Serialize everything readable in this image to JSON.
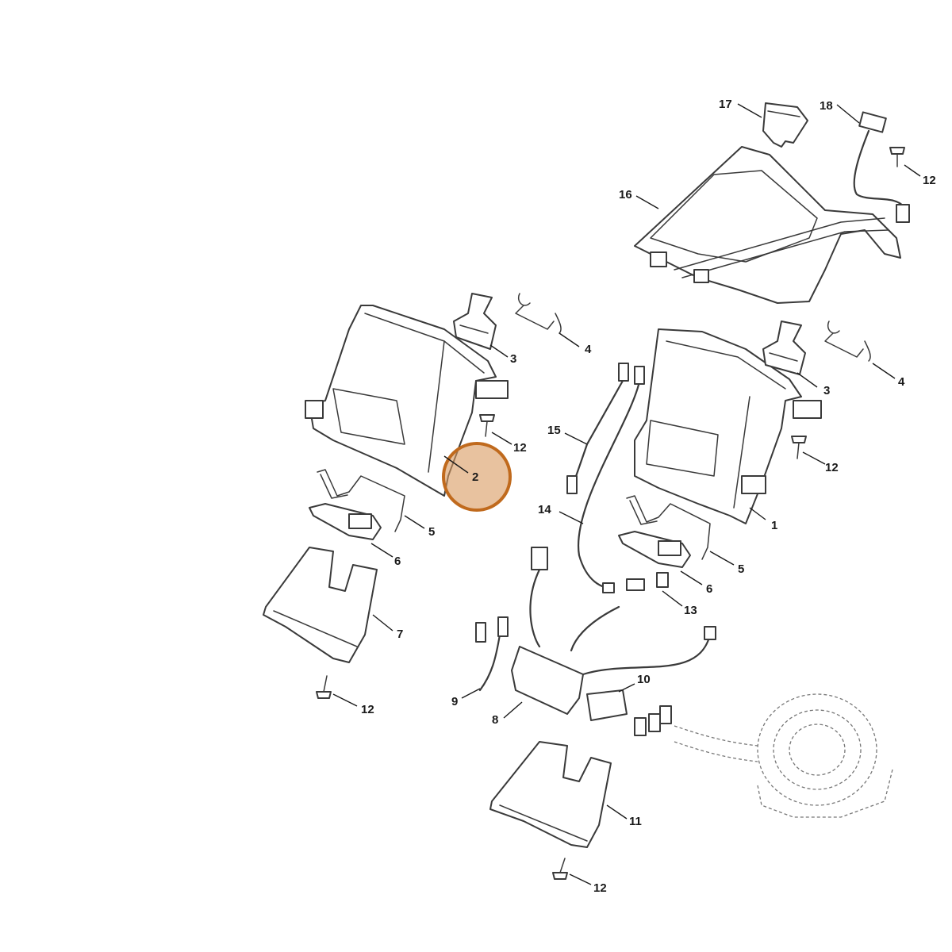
{
  "diagram": {
    "highlight_color": "#c06a1d",
    "highlighted_part": "2",
    "labels": {
      "l1": "1",
      "l2": "2",
      "l3a": "3",
      "l3b": "3",
      "l4a": "4",
      "l4b": "4",
      "l5a": "5",
      "l5b": "5",
      "l6a": "6",
      "l6b": "6",
      "l7": "7",
      "l8": "8",
      "l9": "9",
      "l10": "10",
      "l11": "11",
      "l12a": "12",
      "l12b": "12",
      "l12c": "12",
      "l12d": "12",
      "l12e": "12",
      "l13": "13",
      "l14": "14",
      "l15": "15",
      "l16": "16",
      "l17": "17",
      "l18": "18"
    }
  }
}
